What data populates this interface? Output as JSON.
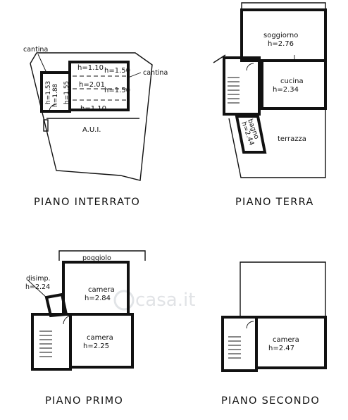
{
  "plans": {
    "interrato": {
      "caption": "PIANO INTERRATO",
      "rooms": {
        "cantina_left": "cantina",
        "cantina_right": "cantina",
        "h_110_top": "h=1.10",
        "h_150_top": "h=1.50",
        "h_201": "h=2.01",
        "h_150_mid": "h=1.50",
        "h_110_bot": "h=1.10",
        "h_155": "h=1.55",
        "h_153": "h=1.53",
        "h_188": "h=1.88",
        "aui": "A.U.I."
      }
    },
    "terra": {
      "caption": "PIANO TERRA",
      "rooms": {
        "soggiorno_name": "soggiorno",
        "soggiorno_h": "h=2.76",
        "cucina_name": "cucina",
        "cucina_h": "h=2.34",
        "bagno_name": "bagno",
        "bagno_h": "h=2.44",
        "terrazza": "terrazza"
      }
    },
    "primo": {
      "caption": "PIANO PRIMO",
      "rooms": {
        "poggiolo": "poggiolo",
        "disimp_name": "disimp.",
        "disimp_h": "h=2.24",
        "camera1_name": "camera",
        "camera1_h": "h=2.84",
        "camera2_name": "camera",
        "camera2_h": "h=2.25"
      }
    },
    "secondo": {
      "caption": "PIANO SECONDO",
      "rooms": {
        "camera_name": "camera",
        "camera_h": "h=2.47"
      }
    }
  },
  "watermark": "casa.it"
}
